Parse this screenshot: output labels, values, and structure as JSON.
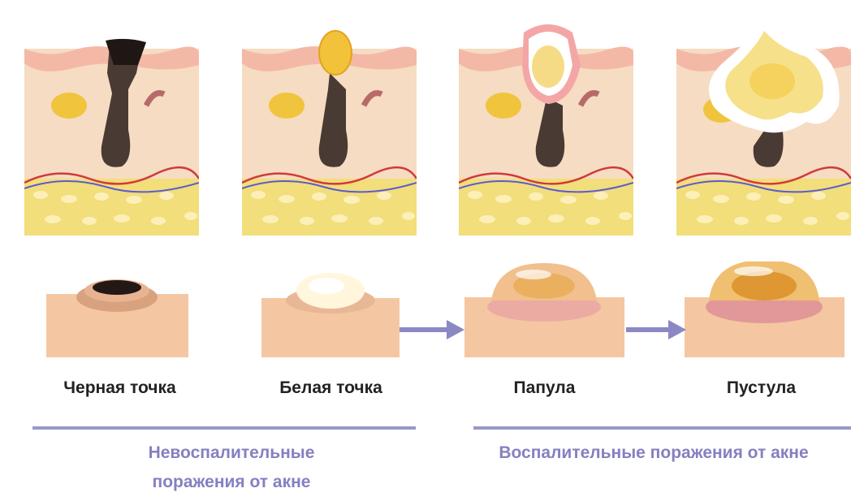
{
  "stages": [
    {
      "label": "Черная точка"
    },
    {
      "label": "Белая точка"
    },
    {
      "label": "Папула"
    },
    {
      "label": "Пустула"
    }
  ],
  "groups": [
    {
      "label": "Невоспалительные поражения от акне"
    },
    {
      "label": "Воспалительные поражения от акне"
    }
  ],
  "colors": {
    "group_accent": "#8580c0",
    "arrow": "#8b88c4",
    "skin": "#f3c9a4",
    "fat": "#f2de7a",
    "follicle": "#4a3a34"
  }
}
